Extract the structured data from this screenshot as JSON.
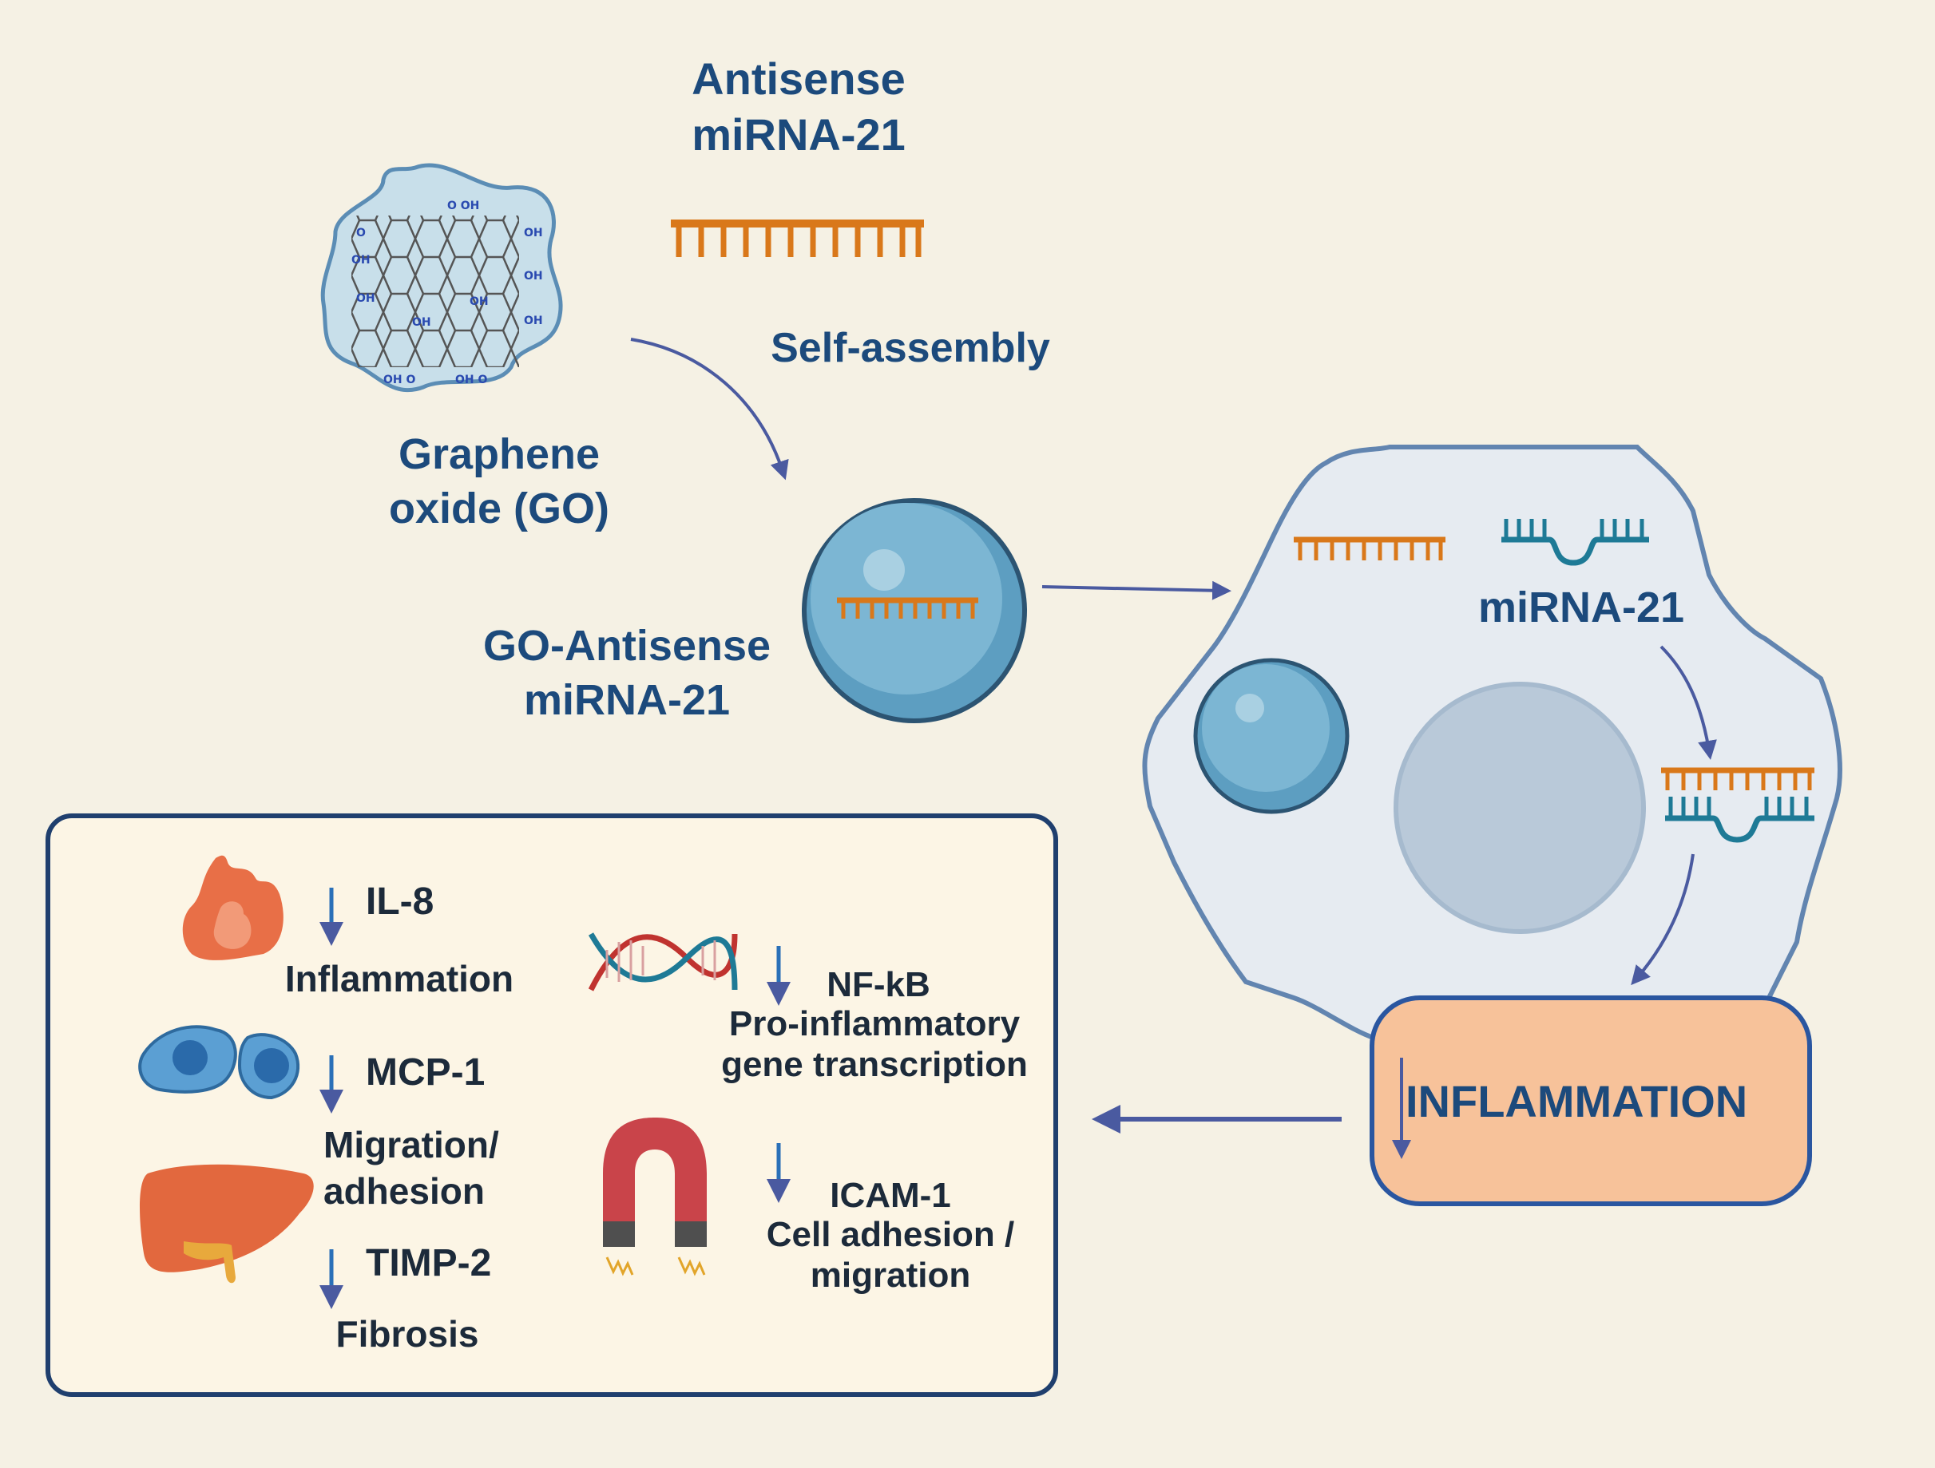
{
  "labels": {
    "antisense_line1": "Antisense",
    "antisense_line2": "miRNA-21",
    "self_assembly": "Self-assembly",
    "graphene_line1": "Graphene",
    "graphene_line2": "oxide (GO)",
    "go_antisense_line1": "GO-Antisense",
    "go_antisense_line2": "miRNA-21",
    "mirna21": "miRNA-21",
    "inflammation_box": "INFLAMMATION"
  },
  "effects": {
    "il8": "IL-8",
    "inflammation": "Inflammation",
    "mcp1": "MCP-1",
    "migration_line1": "Migration/",
    "migration_line2": "adhesion",
    "timp2": "TIMP-2",
    "fibrosis": "Fibrosis",
    "nfkb": "NF-kB",
    "nfkb_desc_line1": "Pro-inflammatory",
    "nfkb_desc_line2": "gene transcription",
    "icam1": "ICAM-1",
    "icam_desc_line1": "Cell adhesion /",
    "icam_desc_line2": "migration"
  },
  "go_sheet_groups": [
    "OH",
    "O"
  ],
  "colors": {
    "background": "#f5f1e4",
    "label_blue": "#1c4a7c",
    "arrow": "#4a5aa0",
    "antisense_orange": "#d9781a",
    "mirna_teal": "#1e7a96",
    "inflammation_fill": "#f7c29a"
  },
  "icons": [
    "graphene-oxide-sheet-icon",
    "flame-icon",
    "macrophage-cells-icon",
    "liver-icon",
    "dna-helix-icon",
    "magnet-icon",
    "down-arrow-icon"
  ]
}
